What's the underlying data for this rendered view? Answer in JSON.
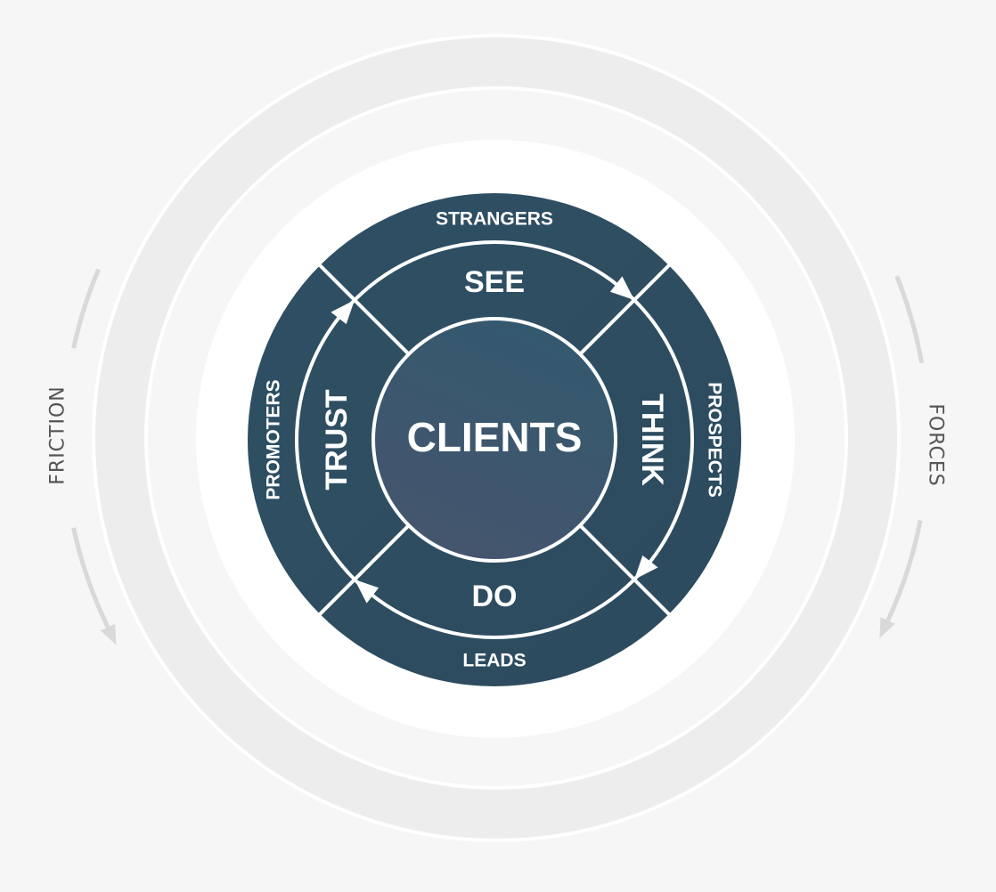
{
  "diagram": {
    "center": {
      "label": "CLIENTS"
    },
    "stages": [
      {
        "id": "see",
        "label": "SEE",
        "audience": "STRANGERS"
      },
      {
        "id": "think",
        "label": "THINK",
        "audience": "PROSPECTS"
      },
      {
        "id": "do",
        "label": "DO",
        "audience": "LEADS"
      },
      {
        "id": "trust",
        "label": "TRUST",
        "audience": "PROMOTERS"
      }
    ],
    "left_label": "FRICTION",
    "right_label": "FORCES"
  },
  "colors": {
    "background": "#f6f6f6",
    "outer_band": "#ededed",
    "white": "#ffffff",
    "wheel": "#2e4d61",
    "center_top": "#33596f",
    "center_bottom": "#45556d",
    "side_arrow": "#d9d9d9",
    "side_text": "#555555"
  }
}
